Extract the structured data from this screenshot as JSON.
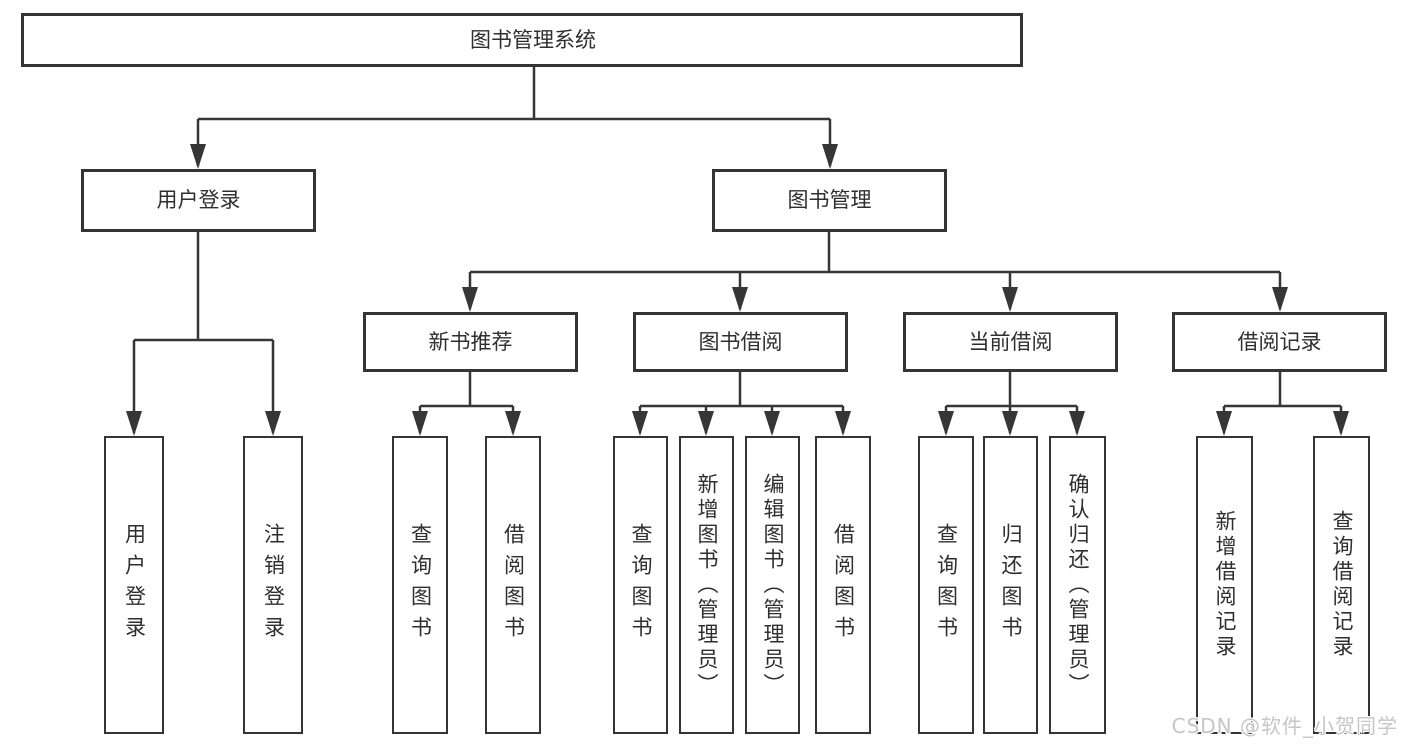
{
  "colors": {
    "ink": "#343434",
    "text": "#2f2f2f",
    "background": "#ffffff",
    "watermark": "#c6c6c6"
  },
  "watermark": {
    "text": "CSDN @软件_小贺同学"
  },
  "tree": {
    "label": "图书管理系统",
    "children": [
      {
        "label": "用户登录",
        "children": [
          {
            "label": "用户登录"
          },
          {
            "label": "注销登录"
          }
        ]
      },
      {
        "label": "图书管理",
        "children": [
          {
            "label": "新书推荐",
            "children": [
              {
                "label": "查询图书"
              },
              {
                "label": "借阅图书"
              }
            ]
          },
          {
            "label": "图书借阅",
            "children": [
              {
                "label": "查询图书"
              },
              {
                "label": "新增图书（管理员）"
              },
              {
                "label": "编辑图书（管理员）"
              },
              {
                "label": "借阅图书"
              }
            ]
          },
          {
            "label": "当前借阅",
            "children": [
              {
                "label": "查询图书"
              },
              {
                "label": "归还图书"
              },
              {
                "label": "确认归还（管理员）"
              }
            ]
          },
          {
            "label": "借阅记录",
            "children": [
              {
                "label": "新增借阅记录"
              },
              {
                "label": "查询借阅记录"
              }
            ]
          }
        ]
      }
    ]
  }
}
